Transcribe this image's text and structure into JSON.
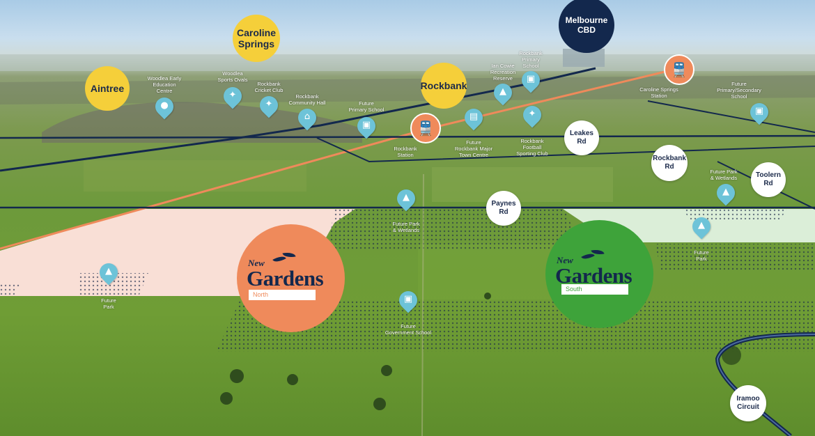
{
  "colors": {
    "pin": "#6dc3d8",
    "station": "#ef8a5b",
    "rail": "#ef8a5b",
    "road": "#13284d",
    "bubble_yellow": "#f5cf3a",
    "bubble_navy": "#13284d",
    "north_estate": "#ef8a5b",
    "south_estate": "#3ea33a",
    "north_zone": "#f9dfd6",
    "south_zone": "#dbeed8"
  },
  "places": {
    "aintree": "Aintree",
    "caroline_springs_l1": "Caroline",
    "caroline_springs_l2": "Springs",
    "rockbank": "Rockbank",
    "melbourne_cbd_l1": "Melbourne",
    "melbourne_cbd_l2": "CBD"
  },
  "roads": {
    "leakes_l1": "Leakes",
    "leakes_l2": "Rd",
    "rockbank_l1": "Rockbank",
    "rockbank_l2": "Rd",
    "toolern_l1": "Toolern",
    "toolern_l2": "Rd",
    "paynes_l1": "Paynes",
    "paynes_l2": "Rd",
    "iramoo_l1": "Iramoo",
    "iramoo_l2": "Circuit"
  },
  "stations": {
    "rockbank": {
      "icon": "train-icon",
      "l1": "Rockbank",
      "l2": "Station"
    },
    "caroline_springs": {
      "icon": "train-icon",
      "l1": "Caroline Springs",
      "l2": "Station"
    }
  },
  "pois": {
    "woodlea_early": {
      "icon": "pram-icon",
      "l1": "Woodlea Early",
      "l2": "Education",
      "l3": "Centre"
    },
    "woodlea_ovals": {
      "icon": "sports-icon",
      "l1": "Woodlea",
      "l2": "Sports Ovals"
    },
    "rockbank_cricket": {
      "icon": "sports-icon",
      "l1": "Rockbank",
      "l2": "Cricket Club"
    },
    "rockbank_hall": {
      "icon": "community-icon",
      "l1": "Rockbank",
      "l2": "Community Hall"
    },
    "future_primary": {
      "icon": "school-icon",
      "l1": "Future",
      "l2": "Primary School"
    },
    "rockbank_major": {
      "icon": "shopping-icon",
      "l1": "Future",
      "l2": "Rockbank Major",
      "l3": "Town Centre"
    },
    "ian_cowie": {
      "icon": "tree-icon",
      "l1": "Ian Cowie",
      "l2": "Recreation",
      "l3": "Reserve"
    },
    "rockbank_primary": {
      "icon": "school-icon",
      "l1": "Rockbank",
      "l2": "Primary",
      "l3": "School"
    },
    "rockbank_football": {
      "icon": "sports-icon",
      "l1": "Rockbank",
      "l2": "Football",
      "l3": "Sporting Club"
    },
    "future_primary_secondary": {
      "icon": "school-icon",
      "l1": "Future",
      "l2": "Primary/Secondary",
      "l3": "School"
    },
    "future_park_wetlands_east": {
      "icon": "tree-icon",
      "l1": "Future Park",
      "l2": "& Wetlands"
    },
    "future_park_east": {
      "icon": "tree-icon",
      "l1": "Future",
      "l2": "Park"
    },
    "future_park_wetlands_mid": {
      "icon": "tree-icon",
      "l1": "Future Park",
      "l2": "& Wetlands"
    },
    "future_park_west": {
      "icon": "tree-icon",
      "l1": "Future",
      "l2": "Park"
    },
    "future_government_school": {
      "icon": "school-icon",
      "l1": "Future",
      "l2": "Government School"
    }
  },
  "estates": {
    "north": {
      "prefix": "New",
      "brand": "Gardens",
      "tag": "North",
      "logo_icon": "leaf-icon"
    },
    "south": {
      "prefix": "New",
      "brand": "Gardens",
      "tag": "South",
      "logo_icon": "leaf-icon"
    }
  }
}
